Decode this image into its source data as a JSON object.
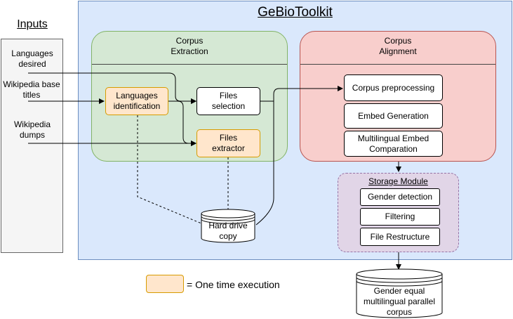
{
  "title": "GeBioToolkit",
  "inputs": {
    "heading": "Inputs",
    "items": [
      {
        "line1": "Languages",
        "line2": "desired"
      },
      {
        "line1": "Wikipedia base",
        "line2": "titles"
      },
      {
        "line1": "Wikipedia",
        "line2": "dumps"
      }
    ]
  },
  "corpus_extraction": {
    "title_line1": "Corpus",
    "title_line2": "Extraction",
    "languages_identification": {
      "line1": "Languages",
      "line2": "identification"
    },
    "files_selection": {
      "line1": "Files",
      "line2": "selection"
    },
    "files_extractor": {
      "line1": "Files",
      "line2": "extractor"
    }
  },
  "corpus_alignment": {
    "title_line1": "Corpus",
    "title_line2": "Alignment",
    "corpus_preprocessing": "Corpus preprocessing",
    "embed_generation": "Embed Generation",
    "multilingual_embed": {
      "line1": "Multilingual Embed",
      "line2": "Comparation"
    }
  },
  "storage_module": {
    "title": "Storage Module",
    "gender_detection": "Gender detection",
    "filtering": "Filtering",
    "file_restructure": "File Restructure"
  },
  "hard_drive": {
    "line1": "Hard drive",
    "line2": "copy"
  },
  "output": {
    "line1": "Gender equal",
    "line2": "multilingual parallel",
    "line3": "corpus"
  },
  "legend": {
    "label": "= One time execution"
  },
  "colors": {
    "main_panel": "#dae8fc",
    "extraction_fill": "#d5e8d4",
    "alignment_fill": "#f8cecc",
    "storage_fill": "#e1d5e7",
    "one_time_fill": "#ffe6cc",
    "one_time_border": "#d79b00"
  }
}
